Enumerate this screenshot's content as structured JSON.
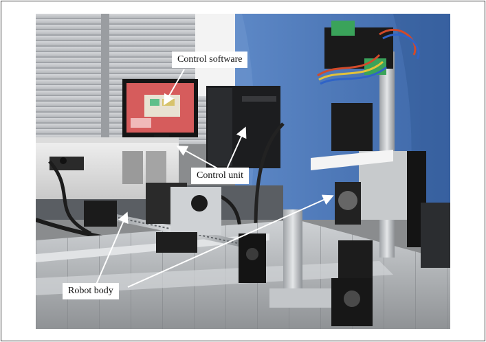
{
  "labels": {
    "control_software": "Control software",
    "control_unit": "Control unit",
    "robot_body": "Robot body"
  },
  "colors": {
    "border": "#333333",
    "label_background": "#ffffff",
    "arrow": "#ffffff",
    "wall_blue": "#4a77b7",
    "blinds": "#c9ccd0",
    "rail_aluminum": "#b9bcbf"
  }
}
